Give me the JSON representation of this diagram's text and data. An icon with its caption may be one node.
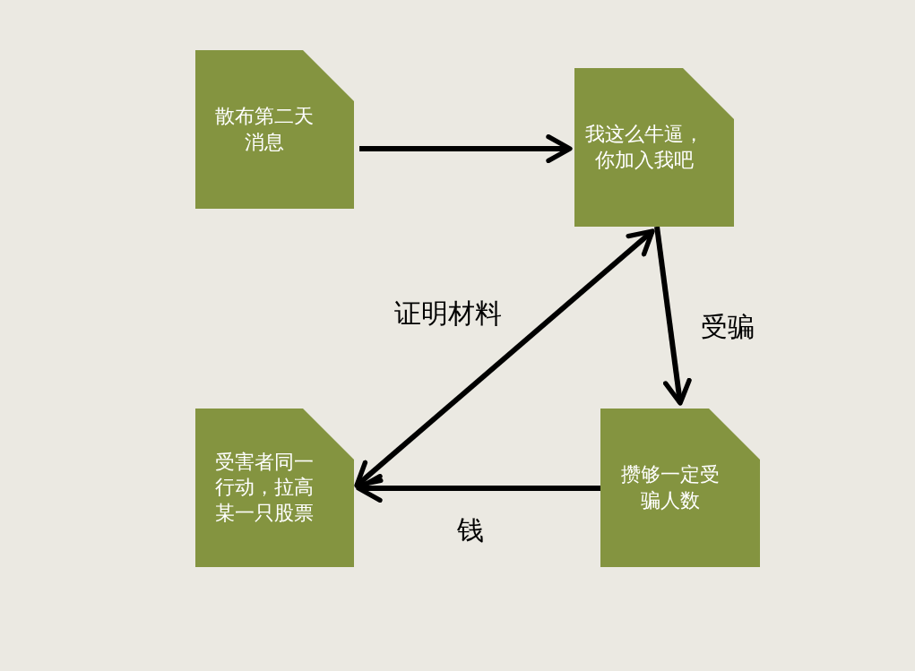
{
  "diagram": {
    "nodes": [
      {
        "text": [
          "散布第二天消息"
        ]
      },
      {
        "text": [
          "我这么牛逼，你加入我吧"
        ]
      },
      {
        "text": [
          "攒够一定受骗人数"
        ]
      },
      {
        "text": [
          "受害者同一行动，拉高某一只股票"
        ]
      }
    ],
    "edges": [
      {
        "from": 0,
        "to": 1,
        "arrow": "to"
      },
      {
        "from": 1,
        "to": 2,
        "arrow": "to",
        "label": "受骗"
      },
      {
        "from": 2,
        "to": 3,
        "arrow": "to",
        "label": "钱"
      },
      {
        "from": 3,
        "to": 1,
        "arrow": "both",
        "label": "证明材料"
      }
    ]
  }
}
